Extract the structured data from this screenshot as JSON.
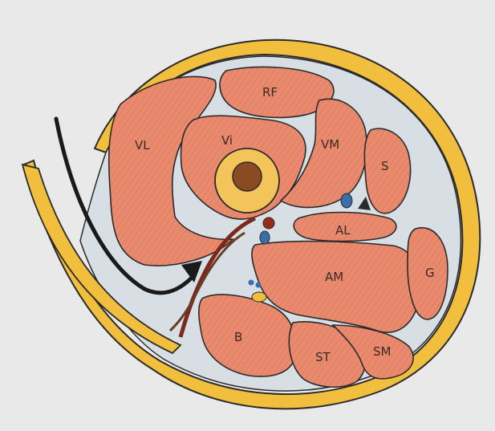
{
  "labels": {
    "rf": "RF",
    "vl": "VL",
    "vi": "Vi",
    "vm": "VM",
    "s": "S",
    "al": "AL",
    "am": "AM",
    "g": "G",
    "b": "B",
    "st": "ST",
    "sm": "SM"
  },
  "colors": {
    "background": "#e9e9ea",
    "muscle": "#e98a6e",
    "muscle_stroke": "#b85a45",
    "fat": "#f2be3e",
    "fascia": "#d7dee4",
    "outline": "#2b2b2b",
    "bone": "#f2c45a",
    "marrow": "#8a4a22",
    "vessel_blue": "#3a6ea8",
    "vessel_red": "#9c2a18",
    "arrow": "#1a1a1a"
  }
}
